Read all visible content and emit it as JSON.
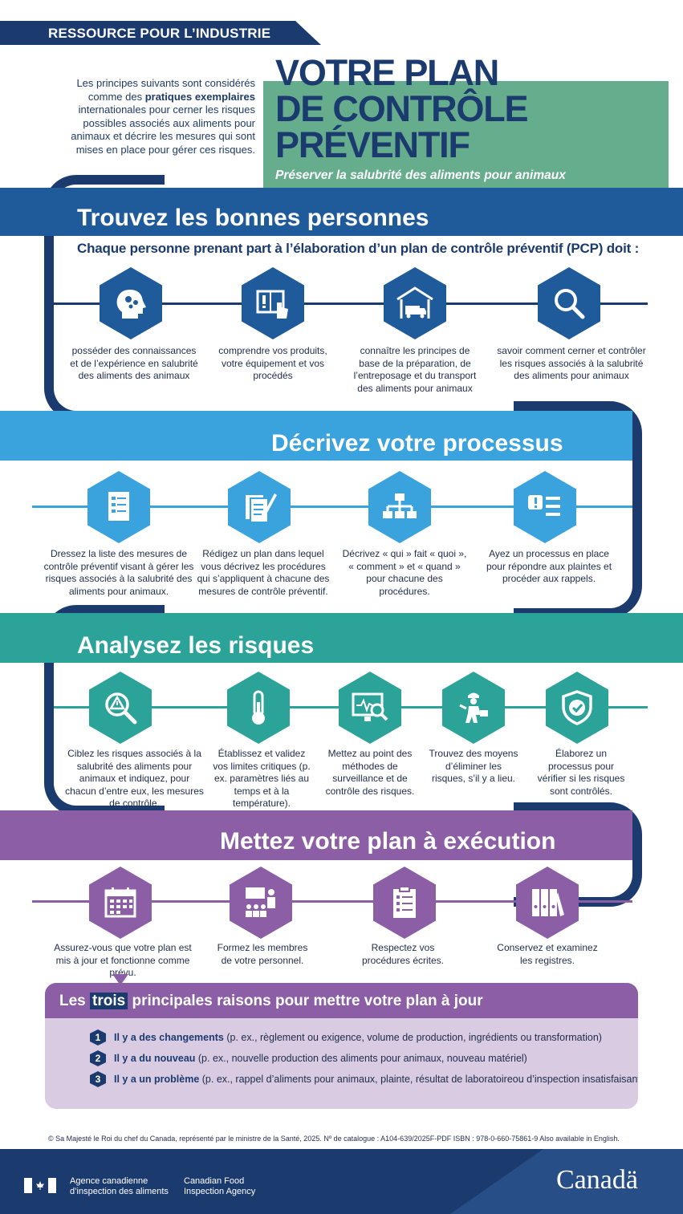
{
  "header": {
    "tag": "RESSOURCE POUR L’INDUSTRIE",
    "intro_1": "Les principes suivants sont considérés comme des ",
    "intro_bold": "pratiques exemplaires",
    "intro_2": " internationales pour cerner les risques possibles associés aux aliments pour animaux et décrire les mesures qui sont mises en place pour gérer ces risques.",
    "title_1": "VOTRE PLAN",
    "title_2": "DE CONTRÔLE",
    "title_3": "PRÉVENTIF",
    "subtitle": "Préserver la salubrité des aliments pour animaux"
  },
  "colors": {
    "navy": "#1b3b6f",
    "blue": "#1f5b9a",
    "cyan": "#3aa3de",
    "teal": "#2ba399",
    "purple": "#8b5ea6",
    "green_box": "#66ad8e"
  },
  "section1": {
    "title": "Trouvez les bonnes personnes",
    "lead": "Chaque personne prenant part à l’élaboration d’un plan de contrôle préventif (PCP) doit :",
    "items": [
      {
        "icon": "head-gears-icon",
        "text": "posséder des connaissances et de l’expérience en salubrité des aliments des animaux"
      },
      {
        "icon": "manual-hand-icon",
        "text": "comprendre vos produits, votre équipement et vos procédés"
      },
      {
        "icon": "warehouse-truck-icon",
        "text": "connaître les principes de base de la préparation, de l’entreposage et du transport des aliments pour animaux"
      },
      {
        "icon": "magnifier-icon",
        "text": "savoir comment cerner et contrôler les risques associés à la salubrité des aliments pour animaux"
      }
    ]
  },
  "section2": {
    "title": "Décrivez votre processus",
    "items": [
      {
        "icon": "checklist-icon",
        "text": "Dressez la liste des mesures de contrôle préventif visant à gérer les risques associés à la salubrité des aliments pour animaux."
      },
      {
        "icon": "documents-pen-icon",
        "text": "Rédigez un plan dans lequel vous décrivez les procédures qui s’appliquent à chacune des mesures de contrôle préventif."
      },
      {
        "icon": "org-chart-icon",
        "text": "Décrivez « qui » fait « quoi », « comment » et « quand » pour chacune des procédures."
      },
      {
        "icon": "alert-list-icon",
        "text": "Ayez un processus en place pour répondre aux plaintes et procéder aux rappels."
      }
    ]
  },
  "section3": {
    "title": "Analysez les risques",
    "items": [
      {
        "icon": "warning-magnifier-icon",
        "text": "Ciblez les risques associés à la salubrité des aliments pour animaux et indiquez, pour chacun d’entre eux, les mesures de contrôle."
      },
      {
        "icon": "thermometer-icon",
        "text": "Établissez et validez vos limites critiques (p. ex. paramètres liés au temps et à la température)."
      },
      {
        "icon": "monitor-magnifier-icon",
        "text": "Mettez au point des méthodes de surveillance et de contrôle des risques."
      },
      {
        "icon": "worker-icon",
        "text": "Trouvez des moyens d’éliminer les risques, s’il y a lieu."
      },
      {
        "icon": "shield-check-icon",
        "text": "Élaborez un processus pour vérifier si les risques sont contrôlés."
      }
    ]
  },
  "section4": {
    "title": "Mettez votre plan à exécution",
    "items": [
      {
        "icon": "calendar-icon",
        "text": "Assurez-vous que votre plan est mis à jour et fonctionne comme prévu."
      },
      {
        "icon": "training-icon",
        "text": "Formez les membres de votre personnel."
      },
      {
        "icon": "clipboard-icon",
        "text": "Respectez vos procédures écrites."
      },
      {
        "icon": "binders-icon",
        "text": "Conservez et examinez les registres."
      }
    ]
  },
  "reasons": {
    "head_1": "Les ",
    "head_hl": "trois",
    "head_2": " principales raisons pour mettre votre plan à jour",
    "items": [
      {
        "num": "1",
        "bold": "Il y a des changements",
        "text": " (p. ex., règlement ou exigence, volume de production, ingrédients ou transformation)"
      },
      {
        "num": "2",
        "bold": "Il y a du nouveau",
        "text": " (p. ex., nouvelle production des aliments pour animaux, nouveau matériel)"
      },
      {
        "num": "3",
        "bold": "Il y a un problème",
        "text": " (p. ex., rappel d’aliments pour animaux, plainte, résultat de laboratoireou d’inspection insatisfaisant)"
      }
    ]
  },
  "footer": {
    "copyright": "© Sa Majesté le Roi du chef du Canada, représenté par le ministre de la Santé, 2025. Nº de catalogue : A104-639/2025F-PDF    ISBN : 978-0-660-75861-9    Also available in English.",
    "agency_fr_1": "Agence canadienne",
    "agency_fr_2": "d’inspection des aliments",
    "agency_en_1": "Canadian Food",
    "agency_en_2": "Inspection Agency",
    "wordmark": "Canadä"
  }
}
